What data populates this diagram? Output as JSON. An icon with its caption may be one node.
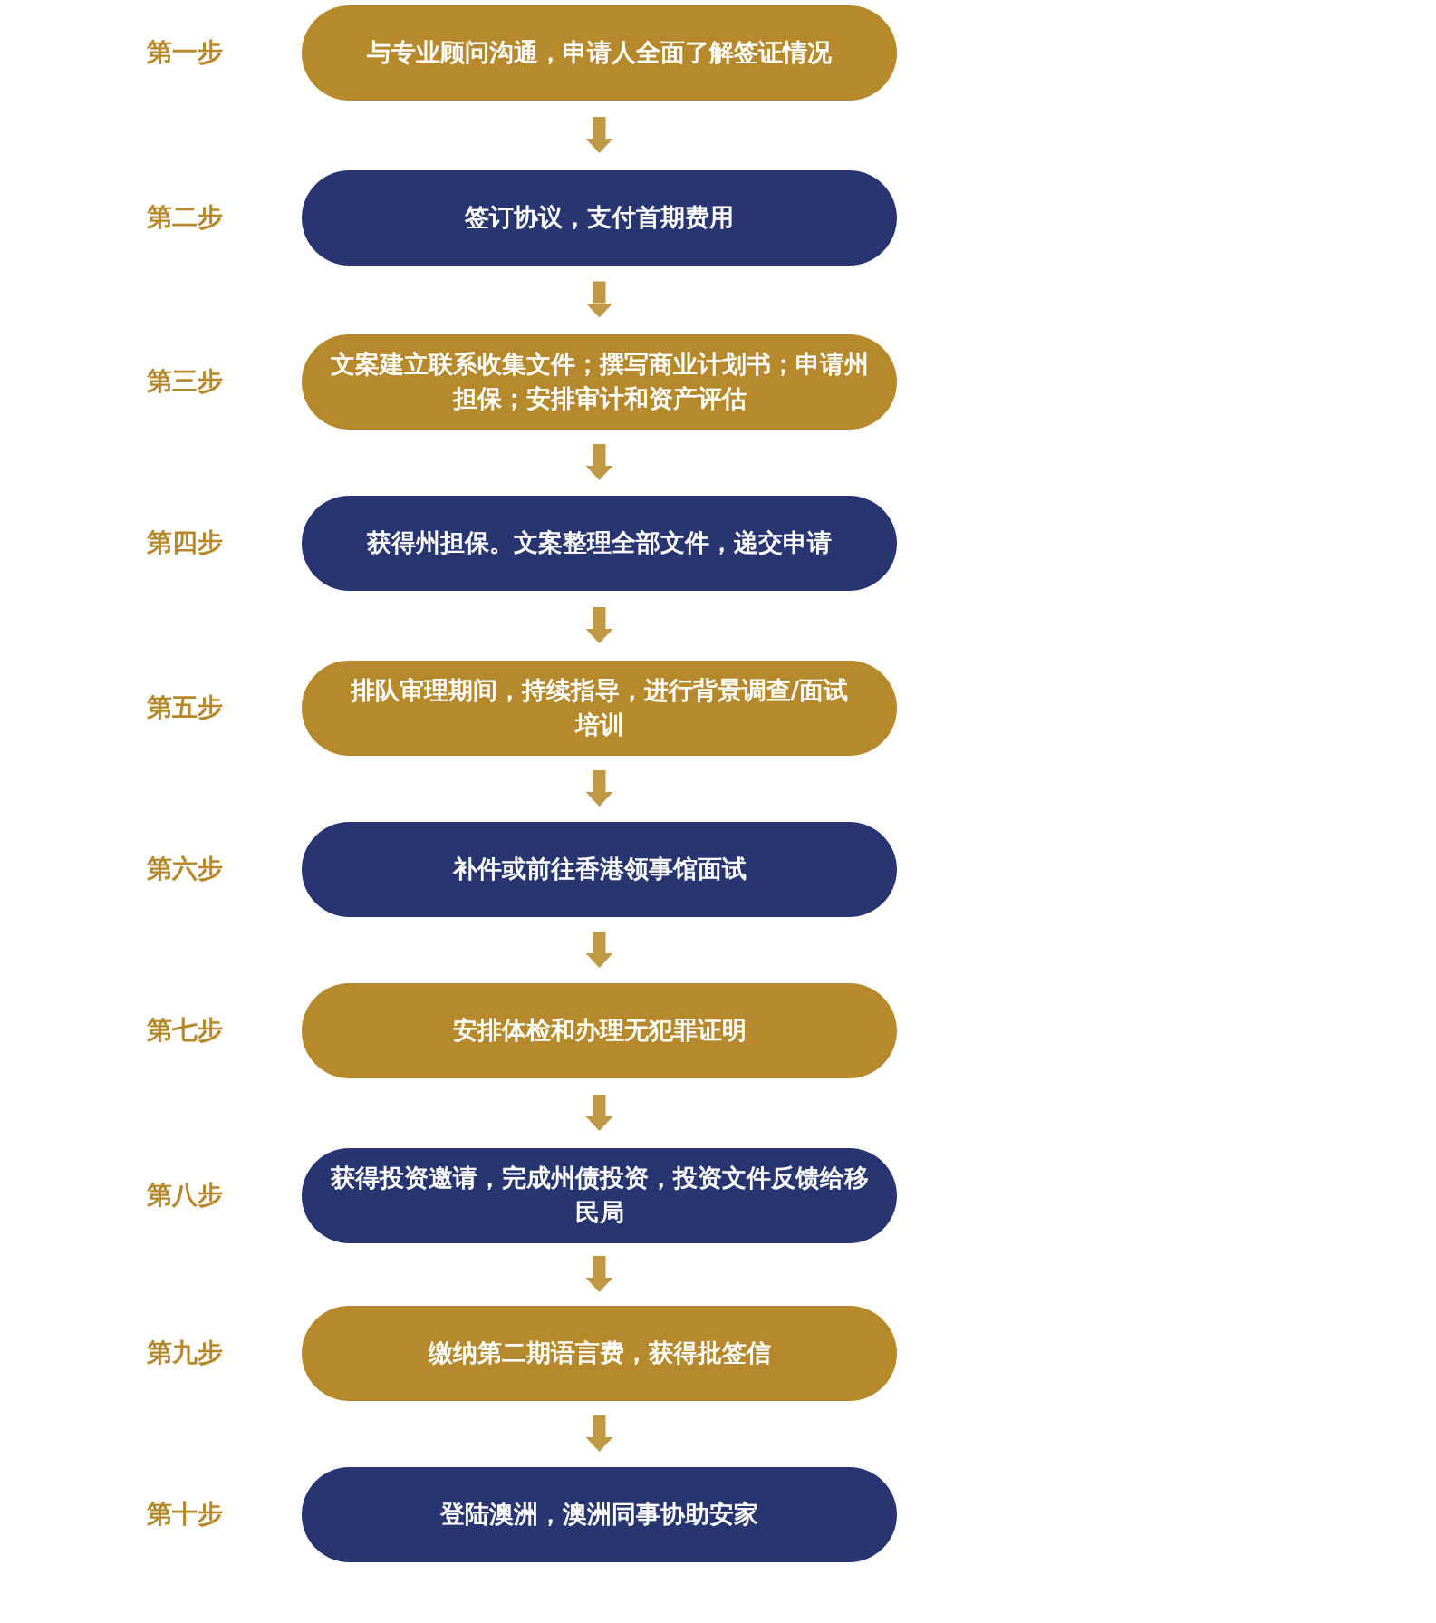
{
  "diagram": {
    "nodes": [
      {
        "text": [
          "与专业顾问沟通，申请人全面了解签证情况"
        ],
        "beside": [
          "第一步"
        ]
      },
      {
        "text": [
          "签订协议，支付首期费用"
        ],
        "beside": [
          "第二步"
        ]
      },
      {
        "text": [
          "文案建立联系收集文件；撰写商业计划书；申请州担保；安排审计和资产评估"
        ],
        "beside": [
          "第三步"
        ]
      },
      {
        "text": [
          "获得州担保。文案整理全部文件，递交申请"
        ],
        "beside": [
          "第四步"
        ]
      },
      {
        "text": [
          "排队审理期间，持续指导，进行背景调查/面试培训"
        ],
        "beside": [
          "第五步"
        ]
      },
      {
        "text": [
          "补件或前往香港领事馆面试"
        ],
        "beside": [
          "第六步"
        ]
      },
      {
        "text": [
          "安排体检和办理无犯罪证明"
        ],
        "beside": [
          "第七步"
        ]
      },
      {
        "text": [
          "获得投资邀请，完成州债投资，投资文件反馈给移民局"
        ],
        "beside": [
          "第八步"
        ]
      },
      {
        "text": [
          "缴纳第二期语言费，获得批签信"
        ],
        "beside": [
          "第九步"
        ]
      },
      {
        "text": [
          "登陆澳洲，澳洲同事协助安家"
        ],
        "beside": [
          "第十步"
        ]
      }
    ],
    "edges": [
      {
        "from": 0,
        "to": 1,
        "arrow": "to"
      },
      {
        "from": 1,
        "to": 2,
        "arrow": "to"
      },
      {
        "from": 2,
        "to": 3,
        "arrow": "to"
      },
      {
        "from": 3,
        "to": 4,
        "arrow": "to"
      },
      {
        "from": 4,
        "to": 5,
        "arrow": "to"
      },
      {
        "from": 5,
        "to": 6,
        "arrow": "to"
      },
      {
        "from": 6,
        "to": 7,
        "arrow": "to"
      },
      {
        "from": 7,
        "to": 8,
        "arrow": "to"
      },
      {
        "from": 8,
        "to": 9,
        "arrow": "to"
      }
    ]
  }
}
